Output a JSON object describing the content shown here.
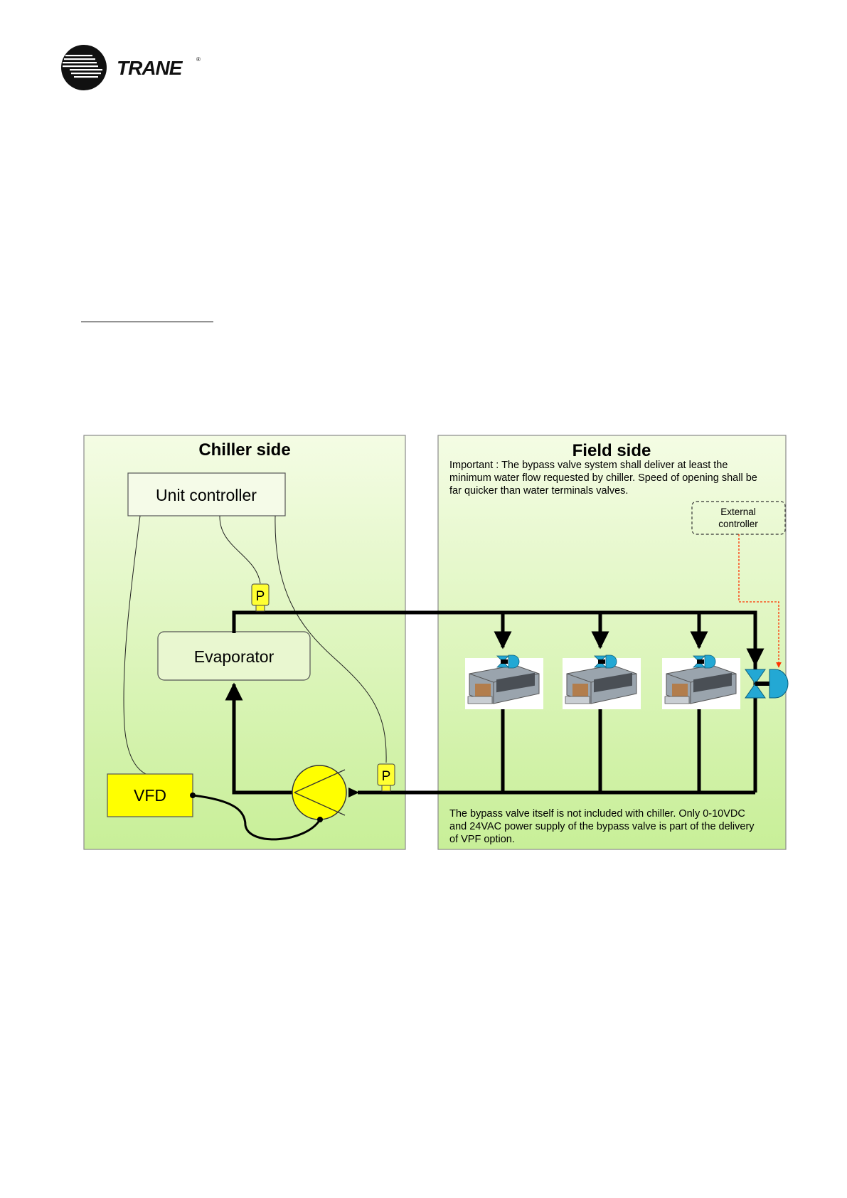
{
  "brand": {
    "name": "TRANE",
    "registered_mark": "®"
  },
  "diagram": {
    "chiller_side": {
      "title": "Chiller side",
      "unit_controller": "Unit controller",
      "evaporator": "Evaporator",
      "vfd": "VFD",
      "pressure_sensor_label": "P"
    },
    "field_side": {
      "title": "Field side",
      "important_note_lines": [
        "Important : The bypass valve system shall deliver at least the",
        "minimum water flow requested by chiller. Speed of opening shall be",
        "far quicker than water terminals valves."
      ],
      "external_controller_lines": [
        "External",
        "controller"
      ],
      "bottom_note_lines": [
        "The bypass valve itself is not included with chiller. Only 0-10VDC",
        "and 24VAC power supply of the bypass valve is part of the delivery",
        "of VPF option."
      ],
      "terminal_units": 3
    },
    "colors": {
      "panel_gradient_top": "#f4fce4",
      "panel_gradient_bottom": "#c8ef98",
      "vfd_fill": "#ffff00",
      "sensor_fill": "#ffff33",
      "pump_fill": "#ffff00",
      "valve_fill": "#23a8d4",
      "control_signal": "#ff3300"
    }
  }
}
